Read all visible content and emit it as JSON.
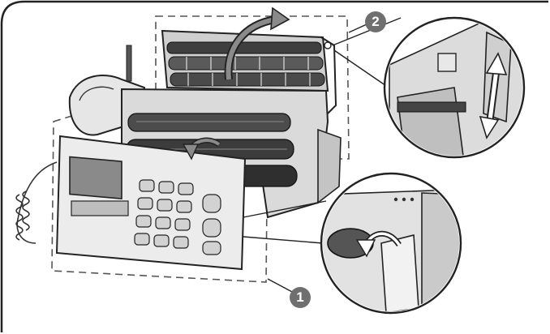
{
  "callouts": {
    "step_1": "1",
    "step_2": "2"
  },
  "icons": {
    "badge_color": "#6f6f6f",
    "line_color": "#222222",
    "highlight_frame": "dashed",
    "arrows": [
      "curved-arrow-lift-cover",
      "curved-arrow-roll",
      "double-arrow-up-down",
      "curved-arrow-rotate-knob"
    ]
  },
  "colors": {
    "background": "#ffffff",
    "device_body": "#d9d9d9",
    "dark_parts": "#4a4a4a",
    "lcd_screen": "#8a8a8a"
  }
}
